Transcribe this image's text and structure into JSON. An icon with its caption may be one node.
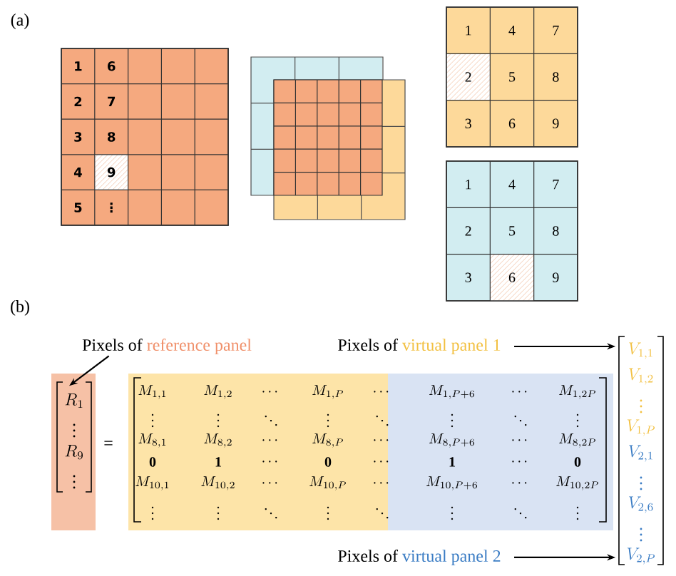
{
  "diagram": {
    "nodes": [
      {
        "text": [
          "1",
          "2",
          "3",
          "4",
          "5",
          "6",
          "7",
          "8",
          "9",
          "⋮"
        ]
      },
      {
        "text": [
          "1",
          "2",
          "3",
          "4",
          "5",
          "6",
          "7",
          "8",
          "9"
        ]
      },
      {
        "text": [
          "1",
          "2",
          "3",
          "4",
          "5",
          "6",
          "7",
          "8",
          "9"
        ]
      },
      {
        "text": [
          "Pixels of",
          "reference panel"
        ]
      },
      {
        "text": [
          "R_1",
          "\\vdots",
          "R_9",
          "\\vdots"
        ]
      },
      {
        "text": [
          "Pixels of",
          "virtual panel 1"
        ]
      },
      {
        "text": [
          "M_{1,1}",
          "M_{1,2}",
          "\\cdots",
          "M_{1,P}",
          "\\cdots",
          "M_{1,P+6}",
          "\\cdots",
          "M_{1,2P}",
          "\\vdots",
          "\\vdots",
          "\\ddots",
          "\\vdots",
          "\\ddots",
          "\\vdots",
          "\\ddots",
          "\\vdots",
          "M_{8,1}",
          "M_{8,2}",
          "\\cdots",
          "M_{8,P}",
          "\\cdots",
          "M_{8,P+6}",
          "\\cdots",
          "M_{8,2P}",
          "\\mathbf{0}",
          "\\mathbf{1}",
          "\\cdots",
          "\\mathbf{0}",
          "\\cdots",
          "\\mathbf{1}",
          "\\cdots",
          "\\mathbf{0}",
          "M_{10,1}",
          "M_{10,2}",
          "\\cdots",
          "M_{10,P}",
          "\\cdots",
          "M_{10,P+6}",
          "\\cdots",
          "M_{10,2P}",
          "\\vdots",
          "\\vdots",
          "\\ddots",
          "\\vdots",
          "\\ddots",
          "\\vdots",
          "\\ddots",
          "\\vdots"
        ]
      },
      {
        "text": [
          "V_{1,1}",
          "V_{1,2}",
          "\\vdots",
          "V_{1,P}",
          "V_{2,1}",
          "\\vdots",
          "V_{2,6}",
          "\\vdots",
          "V_{2,P}"
        ]
      },
      {
        "text": [
          "Pixels of",
          "virtual panel 2"
        ]
      }
    ],
    "edges": [
      {
        "from": 3,
        "to": 4,
        "arrow": "to"
      },
      {
        "from": 5,
        "to": 7,
        "arrow": "to"
      },
      {
        "from": 8,
        "to": 7,
        "arrow": "to"
      }
    ],
    "labels": [
      "(a)",
      "(b)",
      "="
    ]
  }
}
